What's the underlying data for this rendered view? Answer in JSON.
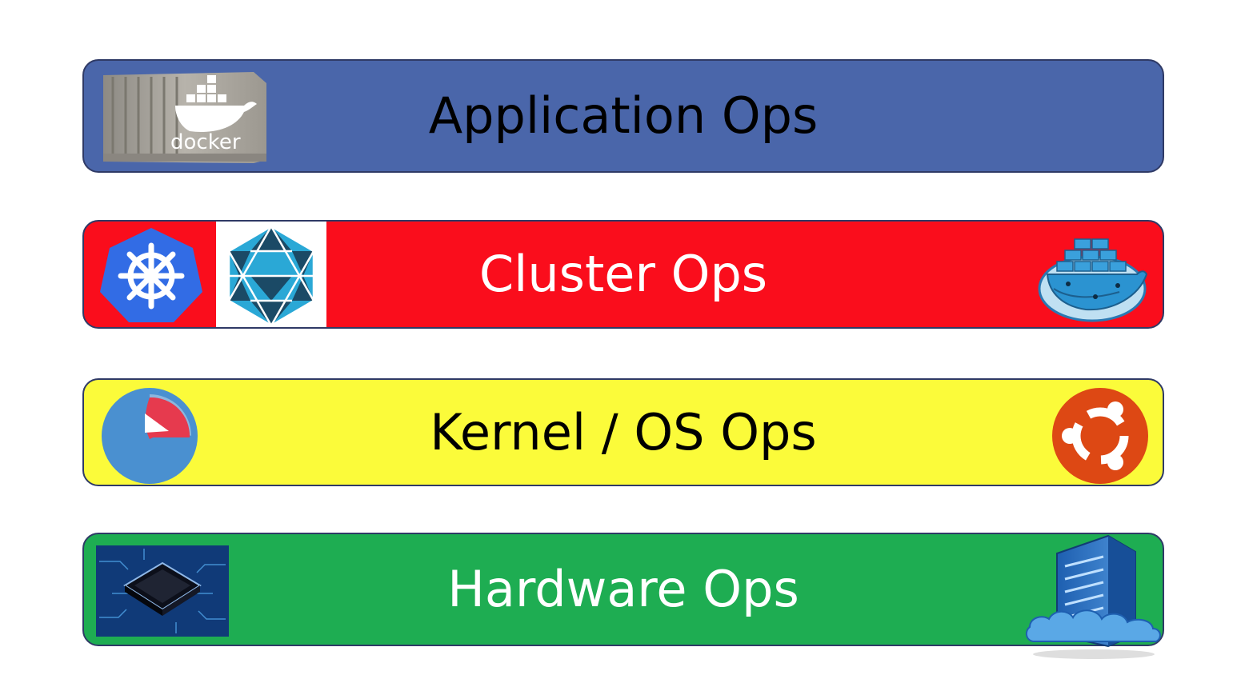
{
  "layers": [
    {
      "label": "Application Ops",
      "color": "#4a66aa",
      "text_color": "#000000",
      "logos": [
        "docker-container-icon"
      ],
      "logo_text": "docker"
    },
    {
      "label": "Cluster Ops",
      "color": "#fa0d1c",
      "text_color": "#ffffff",
      "logos": [
        "kubernetes-icon",
        "hexagon-triangles-icon",
        "docker-swarm-icon"
      ]
    },
    {
      "label": "Kernel / OS Ops",
      "color": "#fbfb3a",
      "text_color": "#000000",
      "logos": [
        "coreos-icon",
        "ubuntu-icon"
      ]
    },
    {
      "label": "Hardware Ops",
      "color": "#1ead52",
      "text_color": "#ffffff",
      "logos": [
        "cpu-chip-icon",
        "cloud-server-icon"
      ]
    }
  ]
}
